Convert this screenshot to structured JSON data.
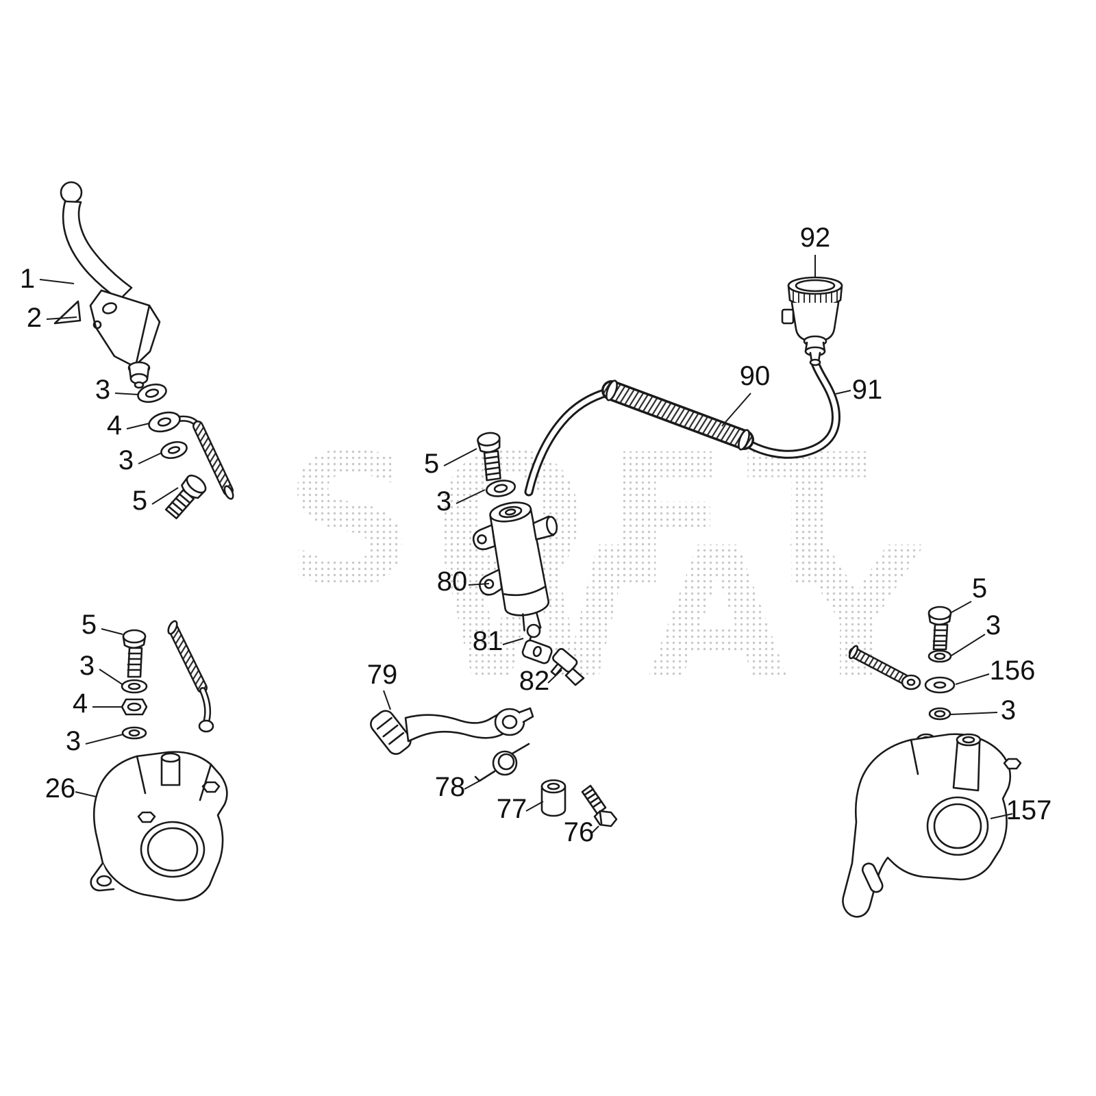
{
  "colors": {
    "ink": "#1a1a1a",
    "watermark_dot": "#c9c9c9",
    "background": "#ffffff"
  },
  "watermark": {
    "line1": "SOFT",
    "line2": "WAY"
  },
  "diagram": {
    "labels": [
      {
        "text": "1"
      },
      {
        "text": "2"
      },
      {
        "text": "3"
      },
      {
        "text": "4"
      },
      {
        "text": "3"
      },
      {
        "text": "5"
      },
      {
        "text": "92"
      },
      {
        "text": "90"
      },
      {
        "text": "91"
      },
      {
        "text": "5"
      },
      {
        "text": "3"
      },
      {
        "text": "80"
      },
      {
        "text": "81"
      },
      {
        "text": "82"
      },
      {
        "text": "79"
      },
      {
        "text": "78"
      },
      {
        "text": "77"
      },
      {
        "text": "76"
      },
      {
        "text": "5"
      },
      {
        "text": "3"
      },
      {
        "text": "4"
      },
      {
        "text": "3"
      },
      {
        "text": "26"
      },
      {
        "text": "5"
      },
      {
        "text": "3"
      },
      {
        "text": "156"
      },
      {
        "text": "3"
      },
      {
        "text": "157"
      }
    ]
  }
}
